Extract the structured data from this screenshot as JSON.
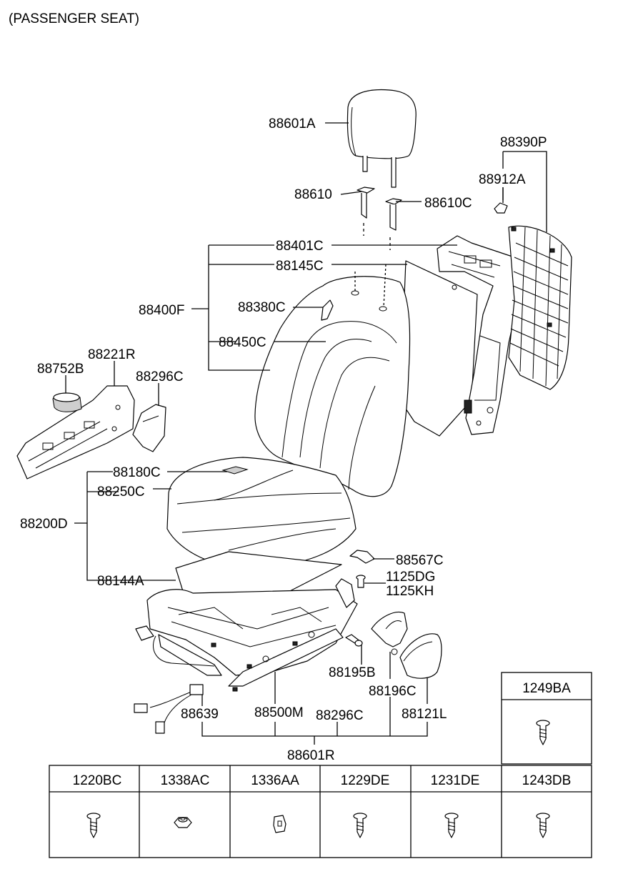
{
  "title": "(PASSENGER SEAT)",
  "labels": {
    "88601A": "88601A",
    "88390P": "88390P",
    "88912A": "88912A",
    "88610": "88610",
    "88610C": "88610C",
    "88401C": "88401C",
    "88145C": "88145C",
    "88400F": "88400F",
    "88380C": "88380C",
    "88450C": "88450C",
    "88221R": "88221R",
    "88752B": "88752B",
    "88296C_a": "88296C",
    "88180C": "88180C",
    "88250C": "88250C",
    "88200D": "88200D",
    "88567C": "88567C",
    "1125DG": "1125DG",
    "1125KH": "1125KH",
    "88144A": "88144A",
    "88195B": "88195B",
    "88196C": "88196C",
    "88639": "88639",
    "88500M": "88500M",
    "88296C_b": "88296C",
    "88121L": "88121L",
    "88601R": "88601R"
  },
  "fasteners": {
    "top_cell": "1249BA",
    "cells": [
      "1220BC",
      "1338AC",
      "1336AA",
      "1229DE",
      "1231DE",
      "1243DB"
    ]
  }
}
